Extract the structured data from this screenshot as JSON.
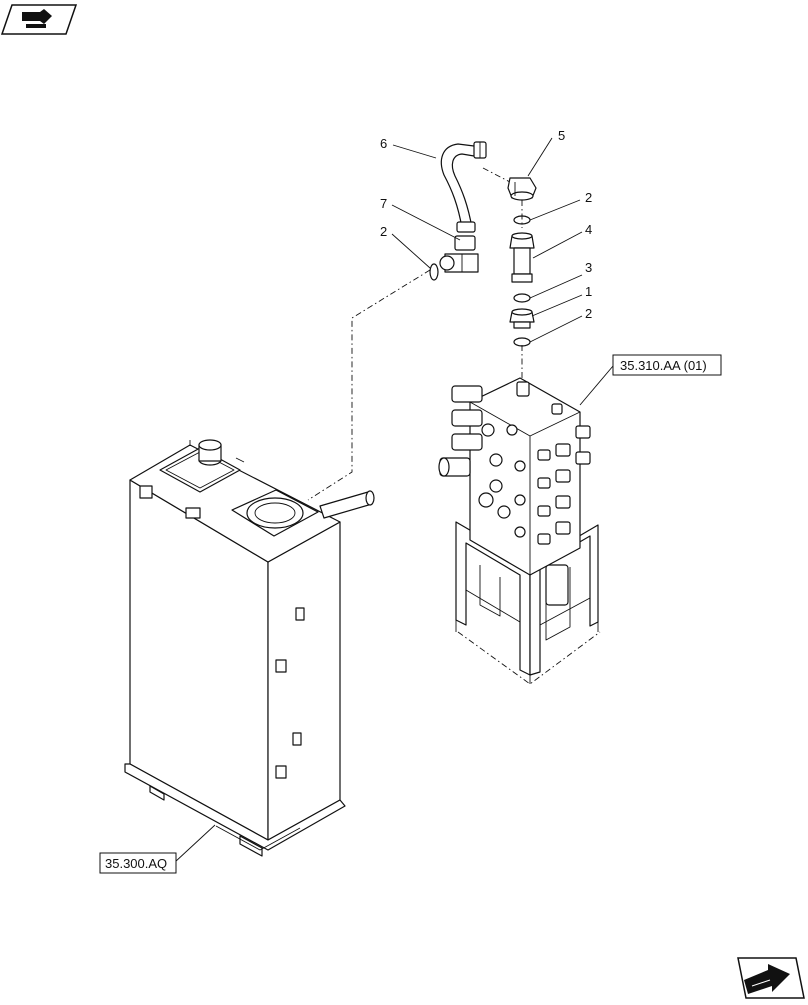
{
  "callouts": [
    {
      "id": "6",
      "label": "6"
    },
    {
      "id": "5",
      "label": "5"
    },
    {
      "id": "7",
      "label": "7"
    },
    {
      "id": "2a",
      "label": "2"
    },
    {
      "id": "2b",
      "label": "2"
    },
    {
      "id": "4",
      "label": "4"
    },
    {
      "id": "3",
      "label": "3"
    },
    {
      "id": "1",
      "label": "1"
    },
    {
      "id": "2c",
      "label": "2"
    }
  ],
  "references": {
    "valve": "35.310.AA (01)",
    "tank": "35.300.AQ"
  },
  "icons": {
    "top_left": "book-arrow-icon",
    "bottom_right": "next-page-arrow-icon"
  }
}
